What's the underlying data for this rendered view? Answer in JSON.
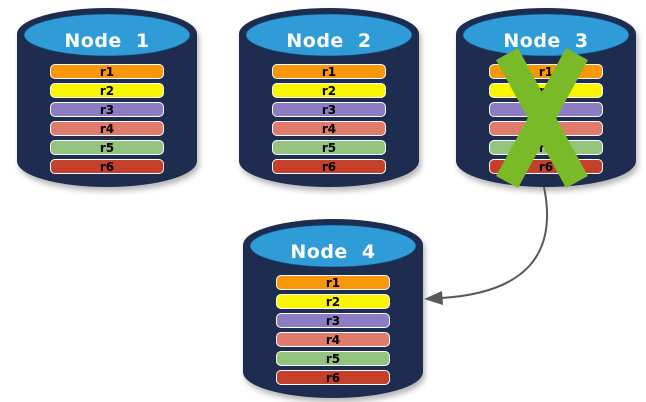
{
  "diagram": {
    "nodes": [
      {
        "label": "Node 1",
        "crossed_out": false,
        "replicas": [
          "r1",
          "r2",
          "r3",
          "r4",
          "r5",
          "r6"
        ]
      },
      {
        "label": "Node 2",
        "crossed_out": false,
        "replicas": [
          "r1",
          "r2",
          "r3",
          "r4",
          "r5",
          "r6"
        ]
      },
      {
        "label": "Node 3",
        "crossed_out": true,
        "replicas": [
          "r1",
          "r2",
          "r3",
          "r4",
          "r5",
          "r6"
        ]
      },
      {
        "label": "Node 4",
        "crossed_out": false,
        "replicas": [
          "r1",
          "r2",
          "r3",
          "r4",
          "r5",
          "r6"
        ]
      }
    ],
    "replica_colors": {
      "r1": "#F79709",
      "r2": "#FAF500",
      "r3": "#8C7CC2",
      "r4": "#DF7B6B",
      "r5": "#93C47D",
      "r6": "#C5402A"
    },
    "colors": {
      "cylinder_body": "#1D2C4F",
      "cylinder_top": "#2F9CD8",
      "node_label_text": "#FFFFFF",
      "bar_border": "#FFFFFF",
      "bar_text": "#000000",
      "x_mark": "#7ABA28",
      "arrow": "#58595B",
      "background": "#FFFFFF"
    },
    "x_mark": {
      "on_node": "Node 3",
      "icon": "x-mark"
    },
    "arrow": {
      "from": "Node 3",
      "to": "Node 4"
    }
  }
}
